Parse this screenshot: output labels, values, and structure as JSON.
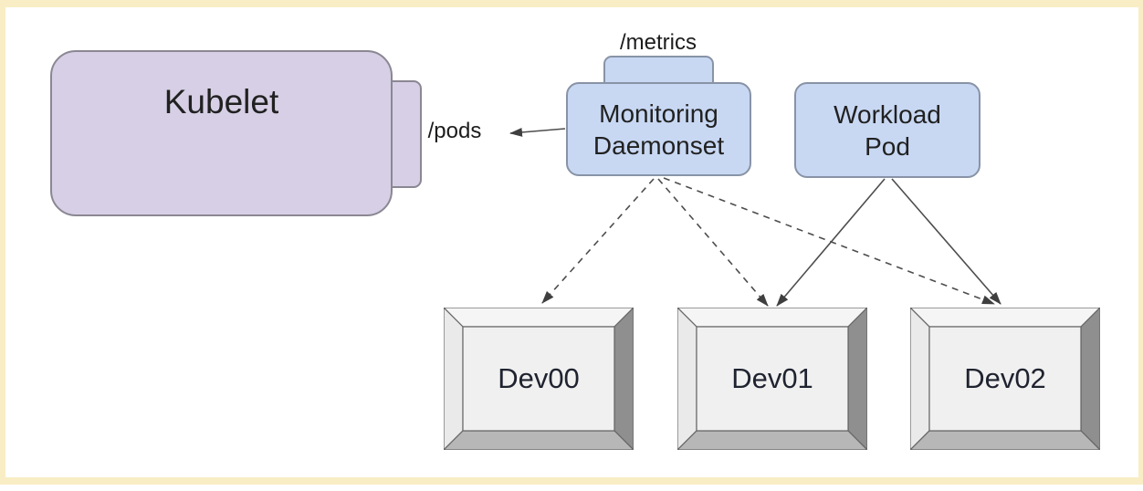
{
  "diagram": {
    "nodes": {
      "kubelet": {
        "label": "Kubelet",
        "fill": "#d6cfe5",
        "stroke": "#8b8793"
      },
      "monitoring_daemonset": {
        "label": "Monitoring\nDaemonset",
        "fill": "#c8d8f3",
        "stroke": "#8893a6"
      },
      "workload_pod": {
        "label": "Workload\nPod",
        "fill": "#c8d8f3",
        "stroke": "#8893a6"
      },
      "devices": [
        {
          "label": "Dev00"
        },
        {
          "label": "Dev01"
        },
        {
          "label": "Dev02"
        }
      ]
    },
    "endpoints": {
      "metrics": "/metrics",
      "pods": "/pods"
    },
    "edges": [
      {
        "from": "monitoring-daemonset",
        "to": "dev00",
        "style": "dashed"
      },
      {
        "from": "monitoring-daemonset",
        "to": "dev01",
        "style": "dashed"
      },
      {
        "from": "monitoring-daemonset",
        "to": "dev02",
        "style": "dashed"
      },
      {
        "from": "workload-pod",
        "to": "dev01",
        "style": "solid"
      },
      {
        "from": "workload-pod",
        "to": "dev02",
        "style": "solid"
      },
      {
        "from": "monitoring-daemonset",
        "to": "kubelet-pods-endpoint",
        "style": "solid"
      }
    ],
    "colors": {
      "frame": "#f8edc5",
      "canvas": "#ffffff",
      "arrow": "#4d4d4d",
      "device_top_face": "#f5f5f5",
      "device_left_face": "#eaeaea",
      "device_right_face": "#8f8f8f",
      "device_bottom_face": "#b7b7b7",
      "device_inner_face": "#f0f0f0"
    }
  }
}
